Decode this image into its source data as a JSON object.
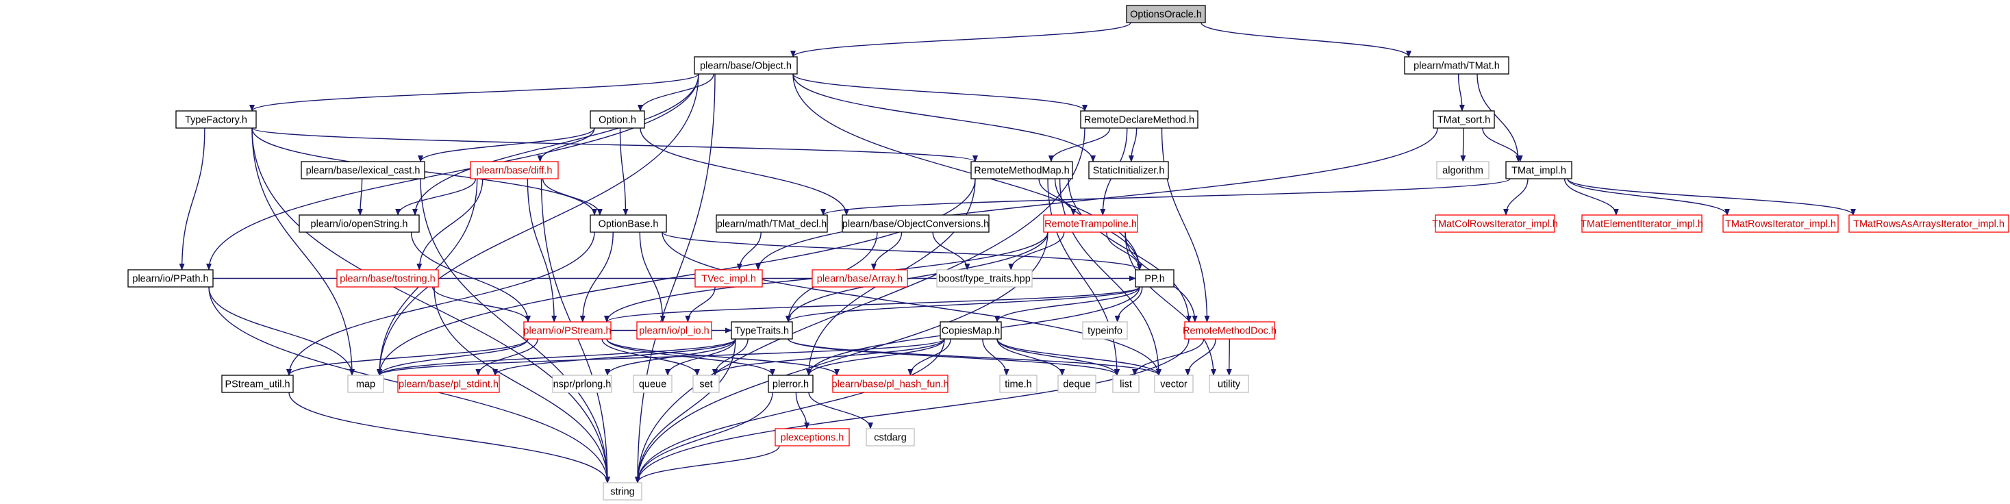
{
  "colors": {
    "edge": "#191970",
    "root_fill": "#bfbfbf",
    "node_border": "#000000",
    "red_border": "#ff0000",
    "gray_border": "#bfbfbf",
    "text": "#000000",
    "red_text": "#cc0000"
  },
  "nodes": [
    {
      "id": "optionsoracle",
      "label": "OptionsOracle.h",
      "style": "root"
    },
    {
      "id": "object",
      "label": "plearn/base/Object.h",
      "style": "normal"
    },
    {
      "id": "tmat",
      "label": "plearn/math/TMat.h",
      "style": "normal"
    },
    {
      "id": "typefactory",
      "label": "TypeFactory.h",
      "style": "normal"
    },
    {
      "id": "option",
      "label": "Option.h",
      "style": "normal"
    },
    {
      "id": "remotedeclaremethod",
      "label": "RemoteDeclareMethod.h",
      "style": "normal"
    },
    {
      "id": "tmat_sort",
      "label": "TMat_sort.h",
      "style": "normal"
    },
    {
      "id": "lexical_cast",
      "label": "plearn/base/lexical_cast.h",
      "style": "normal"
    },
    {
      "id": "diff",
      "label": "plearn/base/diff.h",
      "style": "red"
    },
    {
      "id": "remotemethodmap",
      "label": "RemoteMethodMap.h",
      "style": "normal"
    },
    {
      "id": "staticinitializer",
      "label": "StaticInitializer.h",
      "style": "normal"
    },
    {
      "id": "algorithm",
      "label": "algorithm",
      "style": "gray"
    },
    {
      "id": "tmat_impl",
      "label": "TMat_impl.h",
      "style": "normal"
    },
    {
      "id": "openstring",
      "label": "plearn/io/openString.h",
      "style": "normal"
    },
    {
      "id": "optionbase",
      "label": "OptionBase.h",
      "style": "normal"
    },
    {
      "id": "tmat_decl",
      "label": "plearn/math/TMat_decl.h",
      "style": "normal"
    },
    {
      "id": "objectconversions",
      "label": "plearn/base/ObjectConversions.h",
      "style": "normal"
    },
    {
      "id": "remotetrampoline",
      "label": "RemoteTrampoline.h",
      "style": "red"
    },
    {
      "id": "tmatcolrows",
      "label": "TMatColRowsIterator_impl.h",
      "style": "red"
    },
    {
      "id": "tmatelement",
      "label": "TMatElementIterator_impl.h",
      "style": "red"
    },
    {
      "id": "tmatrows",
      "label": "TMatRowsIterator_impl.h",
      "style": "red"
    },
    {
      "id": "tmatrowsasarrays",
      "label": "TMatRowsAsArraysIterator_impl.h",
      "style": "red"
    },
    {
      "id": "ppath",
      "label": "plearn/io/PPath.h",
      "style": "normal"
    },
    {
      "id": "tostring",
      "label": "plearn/base/tostring.h",
      "style": "red"
    },
    {
      "id": "tvec_impl",
      "label": "TVec_impl.h",
      "style": "red"
    },
    {
      "id": "array",
      "label": "plearn/base/Array.h",
      "style": "red"
    },
    {
      "id": "type_traits_hpp",
      "label": "boost/type_traits.hpp",
      "style": "gray"
    },
    {
      "id": "pp",
      "label": "PP.h",
      "style": "normal"
    },
    {
      "id": "pstream",
      "label": "plearn/io/PStream.h",
      "style": "red"
    },
    {
      "id": "pl_io",
      "label": "plearn/io/pl_io.h",
      "style": "red"
    },
    {
      "id": "typetraits",
      "label": "TypeTraits.h",
      "style": "normal"
    },
    {
      "id": "copiesmap",
      "label": "CopiesMap.h",
      "style": "normal"
    },
    {
      "id": "typeinfo",
      "label": "typeinfo",
      "style": "gray"
    },
    {
      "id": "remotemethoddoc",
      "label": "RemoteMethodDoc.h",
      "style": "red"
    },
    {
      "id": "pstream_util",
      "label": "PStream_util.h",
      "style": "normal"
    },
    {
      "id": "map",
      "label": "map",
      "style": "gray"
    },
    {
      "id": "pl_stdint",
      "label": "plearn/base/pl_stdint.h",
      "style": "red"
    },
    {
      "id": "nspr",
      "label": "nspr/prlong.h",
      "style": "gray"
    },
    {
      "id": "queue",
      "label": "queue",
      "style": "gray"
    },
    {
      "id": "set",
      "label": "set",
      "style": "gray"
    },
    {
      "id": "plerror",
      "label": "plerror.h",
      "style": "normal"
    },
    {
      "id": "pl_hash_fun",
      "label": "plearn/base/pl_hash_fun.h",
      "style": "red"
    },
    {
      "id": "time",
      "label": "time.h",
      "style": "gray"
    },
    {
      "id": "deque",
      "label": "deque",
      "style": "gray"
    },
    {
      "id": "list",
      "label": "list",
      "style": "gray"
    },
    {
      "id": "vector",
      "label": "vector",
      "style": "gray"
    },
    {
      "id": "utility",
      "label": "utility",
      "style": "gray"
    },
    {
      "id": "plexceptions",
      "label": "plexceptions.h",
      "style": "red"
    },
    {
      "id": "cstdarg",
      "label": "cstdarg",
      "style": "gray"
    },
    {
      "id": "string",
      "label": "string",
      "style": "gray"
    }
  ],
  "edges": [
    [
      "optionsoracle",
      "object"
    ],
    [
      "optionsoracle",
      "tmat"
    ],
    [
      "object",
      "typefactory"
    ],
    [
      "object",
      "option"
    ],
    [
      "object",
      "remotedeclaremethod"
    ],
    [
      "object",
      "staticinitializer"
    ],
    [
      "object",
      "ppath"
    ],
    [
      "object",
      "pp"
    ],
    [
      "object",
      "openstring"
    ],
    [
      "object",
      "map"
    ],
    [
      "object",
      "string"
    ],
    [
      "tmat",
      "tmat_sort"
    ],
    [
      "tmat",
      "tmat_impl"
    ],
    [
      "tmat_sort",
      "algorithm"
    ],
    [
      "tmat_sort",
      "tmat_impl"
    ],
    [
      "tmat_sort",
      "tvec_impl"
    ],
    [
      "tmat_impl",
      "tmat_decl"
    ],
    [
      "tmat_impl",
      "tmatcolrows"
    ],
    [
      "tmat_impl",
      "tmatelement"
    ],
    [
      "tmat_impl",
      "tmatrows"
    ],
    [
      "tmat_impl",
      "tmatrowsasarrays"
    ],
    [
      "typefactory",
      "remotemethodmap"
    ],
    [
      "typefactory",
      "optionbase"
    ],
    [
      "typefactory",
      "ppath"
    ],
    [
      "typefactory",
      "map"
    ],
    [
      "typefactory",
      "string"
    ],
    [
      "option",
      "lexical_cast"
    ],
    [
      "option",
      "diff"
    ],
    [
      "option",
      "optionbase"
    ],
    [
      "option",
      "objectconversions"
    ],
    [
      "remotedeclaremethod",
      "remotemethodmap"
    ],
    [
      "remotedeclaremethod",
      "staticinitializer"
    ],
    [
      "remotedeclaremethod",
      "remotetrampoline"
    ],
    [
      "remotedeclaremethod",
      "remotemethoddoc"
    ],
    [
      "remotedeclaremethod",
      "string"
    ],
    [
      "lexical_cast",
      "openstring"
    ],
    [
      "lexical_cast",
      "string"
    ],
    [
      "diff",
      "openstring"
    ],
    [
      "diff",
      "optionbase"
    ],
    [
      "diff",
      "tostring"
    ],
    [
      "diff",
      "pstream"
    ],
    [
      "diff",
      "map"
    ],
    [
      "diff",
      "string"
    ],
    [
      "remotemethodmap",
      "remotetrampoline"
    ],
    [
      "remotemethodmap",
      "pp"
    ],
    [
      "remotemethodmap",
      "remotemethoddoc"
    ],
    [
      "remotemethodmap",
      "map"
    ],
    [
      "remotemethodmap",
      "vector"
    ],
    [
      "remotemethodmap",
      "plerror"
    ],
    [
      "remotemethodmap",
      "list"
    ],
    [
      "openstring",
      "pstream"
    ],
    [
      "optionbase",
      "pp"
    ],
    [
      "optionbase",
      "pstream"
    ],
    [
      "optionbase",
      "pl_io"
    ],
    [
      "optionbase",
      "pstream_util"
    ],
    [
      "optionbase",
      "vector"
    ],
    [
      "tmat_decl",
      "tvec_impl"
    ],
    [
      "objectconversions",
      "array"
    ],
    [
      "objectconversions",
      "type_traits_hpp"
    ],
    [
      "objectconversions",
      "typetraits"
    ],
    [
      "remotetrampoline",
      "type_traits_hpp"
    ],
    [
      "remotetrampoline",
      "pp"
    ],
    [
      "remotetrampoline",
      "remotemethoddoc"
    ],
    [
      "remotetrampoline",
      "typetraits"
    ],
    [
      "remotetrampoline",
      "pstream"
    ],
    [
      "remotetrampoline",
      "string"
    ],
    [
      "remotetrampoline",
      "utility"
    ],
    [
      "ppath",
      "pp"
    ],
    [
      "ppath",
      "map"
    ],
    [
      "ppath",
      "string"
    ],
    [
      "tostring",
      "pstream"
    ],
    [
      "tostring",
      "string"
    ],
    [
      "tvec_impl",
      "pl_io"
    ],
    [
      "pp",
      "typeinfo"
    ],
    [
      "pp",
      "copiesmap"
    ],
    [
      "pp",
      "typetraits"
    ],
    [
      "pp",
      "plerror"
    ],
    [
      "pp",
      "pstream"
    ],
    [
      "pstream",
      "pstream_util"
    ],
    [
      "pstream",
      "map"
    ],
    [
      "pstream",
      "pl_stdint"
    ],
    [
      "pstream",
      "set"
    ],
    [
      "pstream",
      "plerror"
    ],
    [
      "pstream",
      "pl_hash_fun"
    ],
    [
      "pstream",
      "typetraits"
    ],
    [
      "typetraits",
      "map"
    ],
    [
      "typetraits",
      "pl_stdint"
    ],
    [
      "typetraits",
      "nspr"
    ],
    [
      "typetraits",
      "queue"
    ],
    [
      "typetraits",
      "set"
    ],
    [
      "typetraits",
      "list"
    ],
    [
      "typetraits",
      "vector"
    ],
    [
      "typetraits",
      "string"
    ],
    [
      "copiesmap",
      "map"
    ],
    [
      "copiesmap",
      "plerror"
    ],
    [
      "copiesmap",
      "pl_hash_fun"
    ],
    [
      "copiesmap",
      "set"
    ],
    [
      "copiesmap",
      "time"
    ],
    [
      "copiesmap",
      "deque"
    ],
    [
      "copiesmap",
      "list"
    ],
    [
      "copiesmap",
      "vector"
    ],
    [
      "copiesmap",
      "string"
    ],
    [
      "remotemethoddoc",
      "list"
    ],
    [
      "remotemethoddoc",
      "vector"
    ],
    [
      "remotemethoddoc",
      "utility"
    ],
    [
      "remotemethoddoc",
      "string"
    ],
    [
      "pstream_util",
      "string"
    ],
    [
      "plerror",
      "plexceptions"
    ],
    [
      "plerror",
      "cstdarg"
    ],
    [
      "plerror",
      "string"
    ],
    [
      "plexceptions",
      "string"
    ]
  ]
}
